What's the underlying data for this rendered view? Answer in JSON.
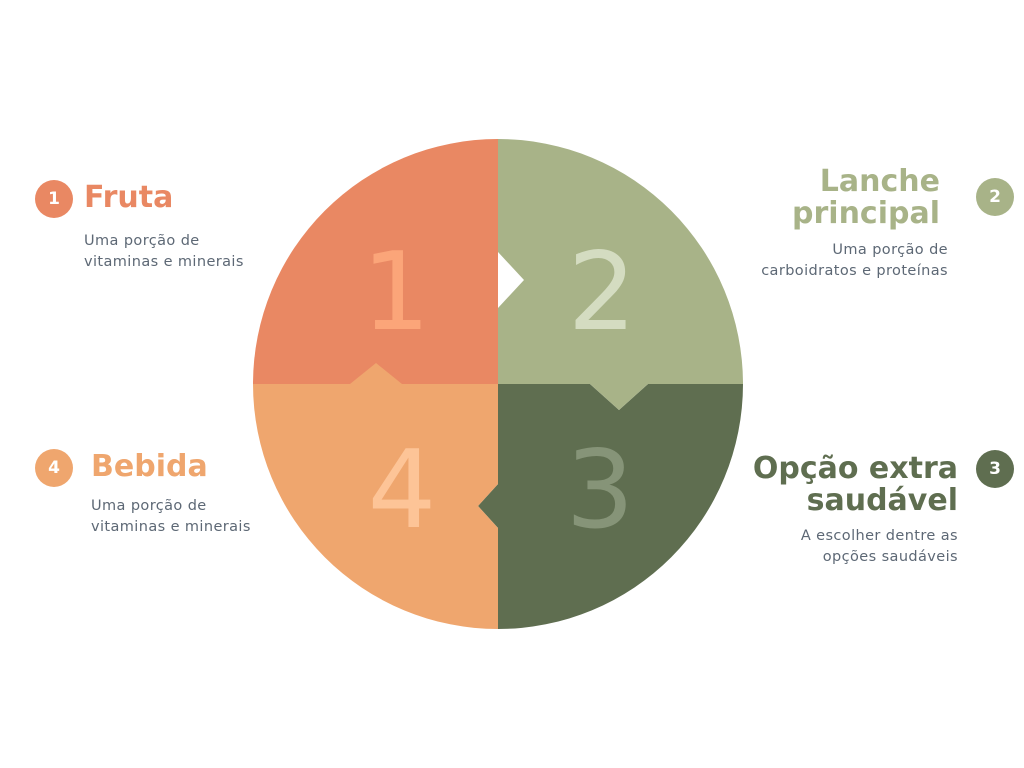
{
  "colors": {
    "fruta": "#e98863",
    "fruta_num": "#fba579",
    "lanche": "#a8b388",
    "lanche_num": "#d4dcc1",
    "opcao": "#5f6e50",
    "opcao_num": "#869478",
    "bebida": "#efa66e",
    "bebida_num": "#fdc497",
    "text": "#5d6875"
  },
  "quadrants": [
    {
      "number": "1"
    },
    {
      "number": "2"
    },
    {
      "number": "3"
    },
    {
      "number": "4"
    }
  ],
  "items": [
    {
      "badge": "1",
      "title": "Fruta",
      "desc": "Uma porção de\nvitaminas e minerais"
    },
    {
      "badge": "2",
      "title": "Lanche\nprincipal",
      "desc": "Uma porção de\ncarboidratos e proteínas"
    },
    {
      "badge": "3",
      "title": "Opção extra\nsaudável",
      "desc": "A escolher dentre as\nopções saudáveis"
    },
    {
      "badge": "4",
      "title": "Bebida",
      "desc": "Uma porção de\nvitaminas e minerais"
    }
  ]
}
